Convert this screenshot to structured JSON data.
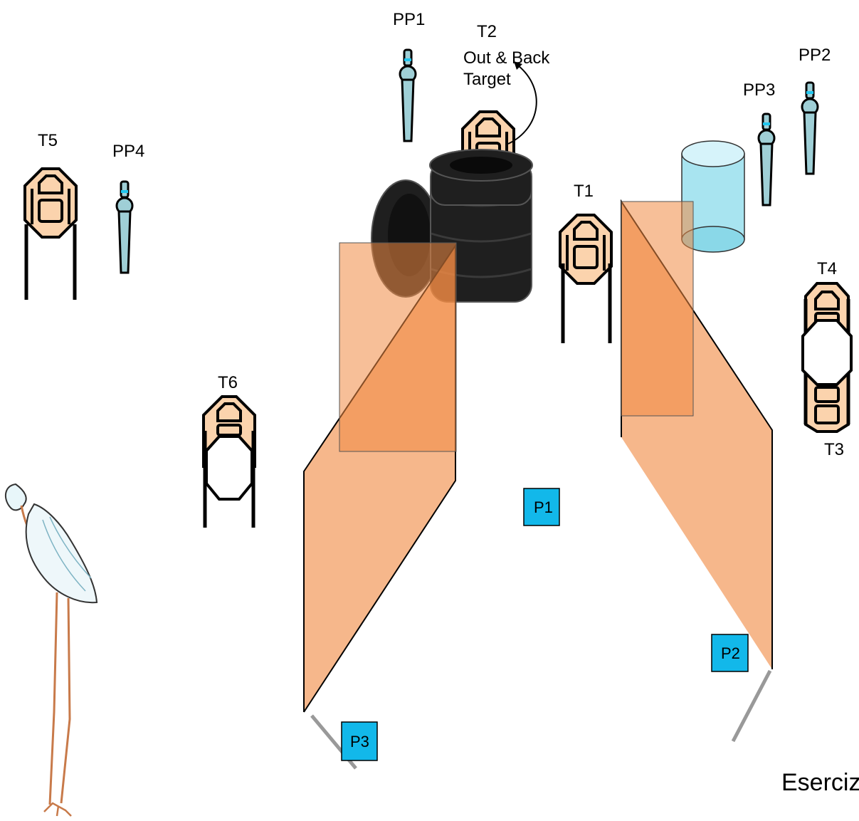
{
  "labels": {
    "pp1": "PP1",
    "pp2": "PP2",
    "pp3": "PP3",
    "pp4": "PP4",
    "t1": "T1",
    "t2": "T2",
    "t2_note_line1": "Out & Back",
    "t2_note_line2": "Target",
    "t3": "T3",
    "t4": "T4",
    "t5": "T5",
    "t6": "T6"
  },
  "positions": {
    "p1": "P1",
    "p2": "P2",
    "p3": "P3"
  },
  "caption": "Eserciz",
  "colors": {
    "target_fill": "#fbd3ad",
    "wall_fill": "#f08a44",
    "position_box": "#12b8ea",
    "barrel": "#a8e4f0",
    "popper": "#9fcfd6",
    "popper_band": "#1fc6ef",
    "fault_line": "#999999"
  },
  "icons": [
    "target-icon",
    "popper-icon",
    "tire-stack-icon",
    "barrel-icon",
    "heron-icon",
    "curved-arrow-icon"
  ]
}
